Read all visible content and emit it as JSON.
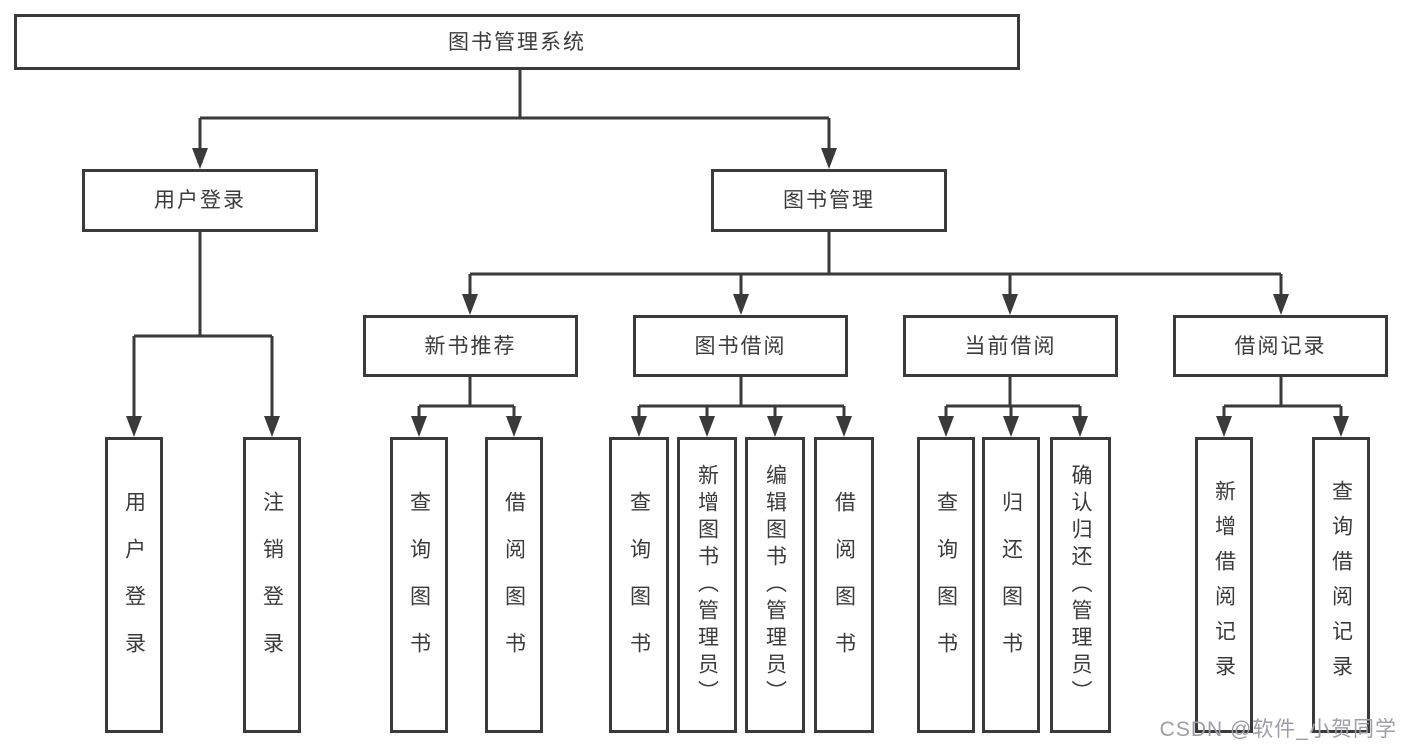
{
  "diagram": {
    "tree": {
      "root": "图书管理系统",
      "user": {
        "label": "用户登录",
        "children": [
          "用户登录",
          "注销登录"
        ]
      },
      "mgmt": {
        "label": "图书管理"
      },
      "recommend": {
        "label": "新书推荐",
        "children": [
          "查询图书",
          "借阅图书"
        ]
      },
      "borrow": {
        "label": "图书借阅",
        "children": [
          "查询图书",
          "新增图书（管理员）",
          "编辑图书（管理员）",
          "借阅图书"
        ]
      },
      "current": {
        "label": "当前借阅",
        "children": [
          "查询图书",
          "归还图书",
          "确认归还（管理员）"
        ]
      },
      "records": {
        "label": "借阅记录",
        "children": [
          "新增借阅记录",
          "查询借阅记录"
        ]
      }
    }
  },
  "watermark": {
    "text": "CSDN @软件_小贺同学"
  },
  "colors": {
    "line": "#3a3a3a",
    "text": "#3b3b3b",
    "box_fill": "#ffffff",
    "watermark": "#9e9ea6"
  }
}
